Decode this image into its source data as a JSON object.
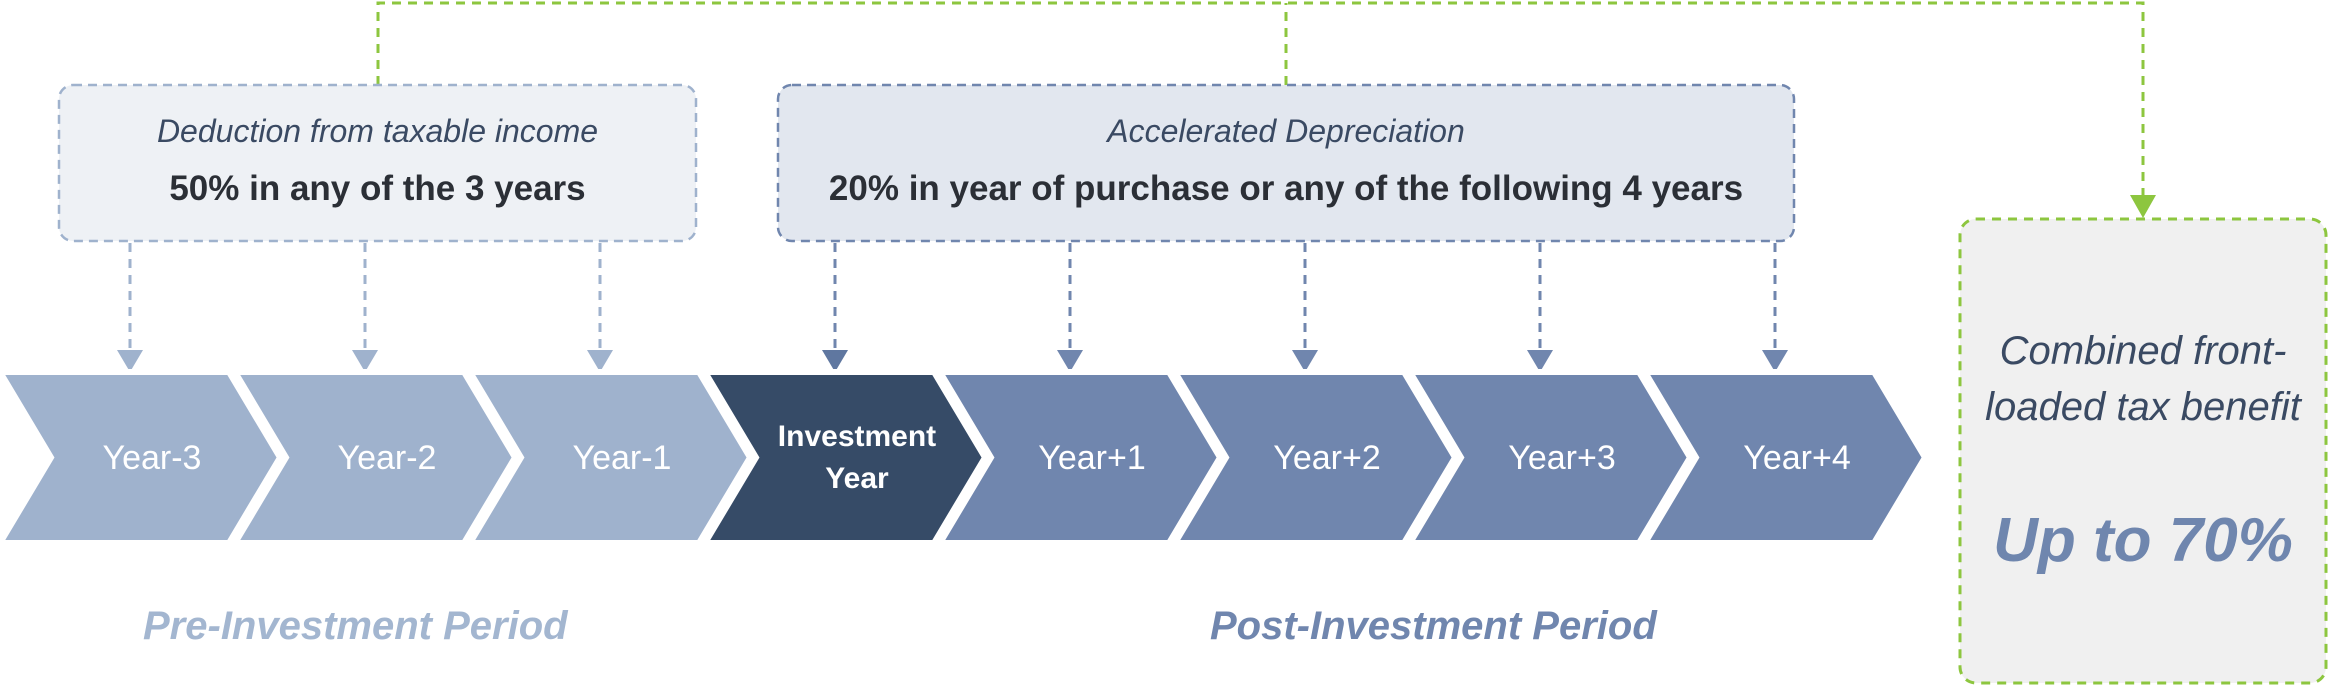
{
  "pre_box": {
    "title": "Deduction from taxable income",
    "value": "50% in any of the 3 years"
  },
  "post_box": {
    "title": "Accelerated Depreciation",
    "value": "20% in year of purchase or any of the following 4 years"
  },
  "timeline": [
    {
      "label": "Year-3",
      "phase": "pre"
    },
    {
      "label": "Year-2",
      "phase": "pre"
    },
    {
      "label": "Year-1",
      "phase": "pre"
    },
    {
      "label": "Investment Year",
      "phase": "investment"
    },
    {
      "label": "Year+1",
      "phase": "post"
    },
    {
      "label": "Year+2",
      "phase": "post"
    },
    {
      "label": "Year+3",
      "phase": "post"
    },
    {
      "label": "Year+4",
      "phase": "post"
    }
  ],
  "periods": {
    "pre": "Pre-Investment Period",
    "post": "Post-Investment Period"
  },
  "benefit": {
    "text": "Combined front-loaded tax benefit",
    "value": "Up to 70%"
  },
  "colors": {
    "pre": "#9fb2cd",
    "investment": "#364b67",
    "post": "#7086ae",
    "connector": "#8dc63f",
    "pre_box_fill": "#eef1f5",
    "post_box_fill": "#e2e7ef",
    "benefit_fill": "#f0f0f0",
    "pre_period_text": "#a3b6d0",
    "post_period_text": "#7086ae"
  }
}
